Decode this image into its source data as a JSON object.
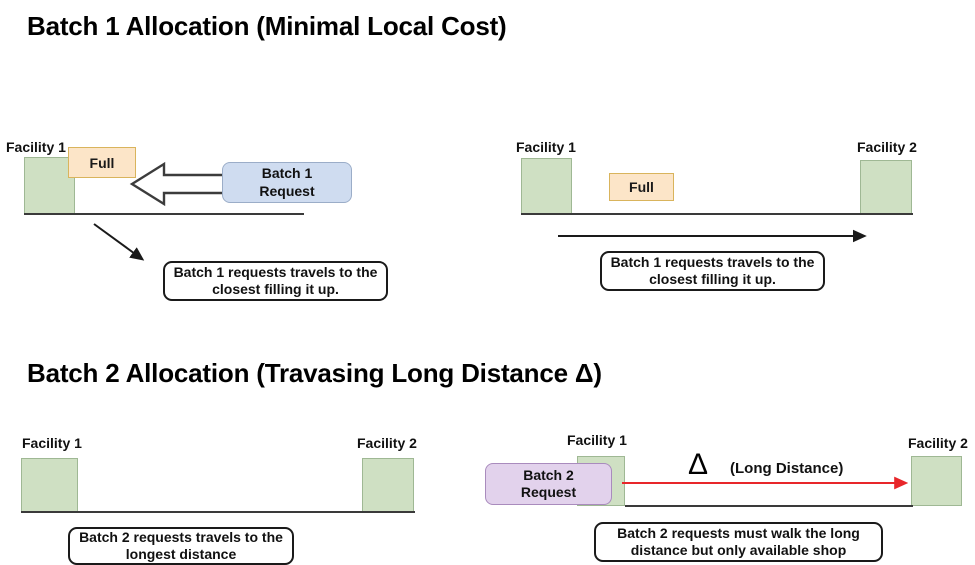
{
  "sections": [
    {
      "title": "Batch 1 Allocation (Minimal Local Cost)",
      "panels": [
        {
          "id": "batch1-left",
          "facility_labels": [
            "Facility 1"
          ],
          "status_badge": "Full",
          "request_label_line1": "Batch 1",
          "request_label_line2": "Request",
          "note_line1": "Batch 1 requests travels to the",
          "note_line2": "closest filling it up."
        },
        {
          "id": "batch1-right",
          "facility_labels": [
            "Facility 1",
            "Facility 2"
          ],
          "status_badge": "Full",
          "note_line1": "Batch 1 requests travels to the",
          "note_line2": "closest filling it up."
        }
      ]
    },
    {
      "title": "Batch 2 Allocation (Travasing Long Distance Δ)",
      "panels": [
        {
          "id": "batch2-left",
          "facility_labels": [
            "Facility 1",
            "Facility 2"
          ],
          "note_line1": "Batch 2 requests travels to the",
          "note_line2": "longest distance"
        },
        {
          "id": "batch2-right",
          "facility_labels": [
            "Facility 1",
            "Facility 2"
          ],
          "request_label_line1": "Batch 2",
          "request_label_line2": "Request",
          "delta_symbol": "Δ",
          "distance_label": "(Long Distance)",
          "note_line1": "Batch 2 requests must walk the long",
          "note_line2": "distance but only available shop"
        }
      ]
    }
  ],
  "colors": {
    "facility_fill": "#cfe0c3",
    "facility_border": "#9fb894",
    "full_fill": "#fce5c8",
    "full_border": "#d9b45c",
    "request_blue_fill": "#cfdcf0",
    "request_blue_border": "#9badc8",
    "request_purple_fill": "#e2d2ec",
    "request_purple_border": "#a98bbd",
    "baseline": "#3a3a3a",
    "arrow_black": "#1a1a1a",
    "arrow_red": "#e8262a",
    "note_border": "#1a1a1a",
    "background": "#ffffff"
  }
}
